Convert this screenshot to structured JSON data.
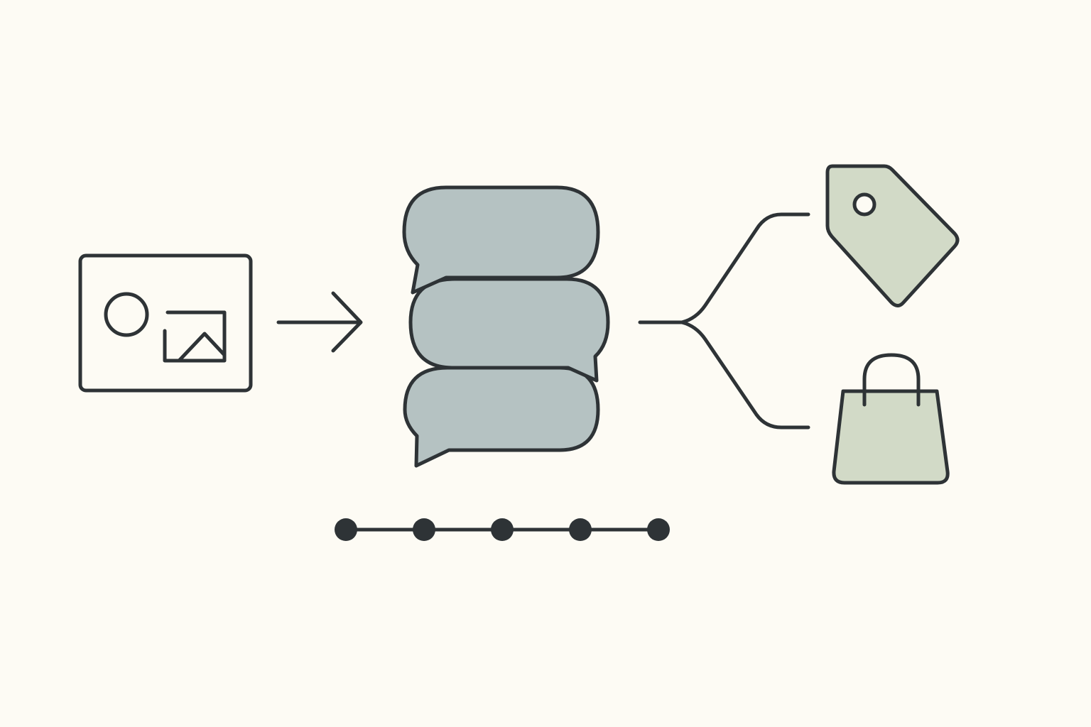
{
  "colors": {
    "background": "#fdfbf4",
    "stroke": "#2e3336",
    "bubble_fill": "#b5c2c2",
    "commerce_fill": "#d2dac7",
    "card_fill": "#fdfbf4"
  },
  "diagram": {
    "nodes": [
      {
        "name": "media-card",
        "icons": [
          "circle-icon",
          "image-icon"
        ]
      },
      {
        "name": "chat-stack",
        "icons": [
          "speech-bubble-icon",
          "speech-bubble-icon",
          "speech-bubble-icon"
        ]
      },
      {
        "name": "price-tag",
        "icons": [
          "tag-icon"
        ]
      },
      {
        "name": "shopping-bag",
        "icons": [
          "bag-icon"
        ]
      }
    ],
    "connections": [
      {
        "from": "media-card",
        "to": "chat-stack",
        "style": "arrow"
      },
      {
        "from": "chat-stack",
        "to": "price-tag",
        "style": "branch"
      },
      {
        "from": "chat-stack",
        "to": "shopping-bag",
        "style": "branch"
      }
    ],
    "progress": {
      "steps": 5
    }
  }
}
